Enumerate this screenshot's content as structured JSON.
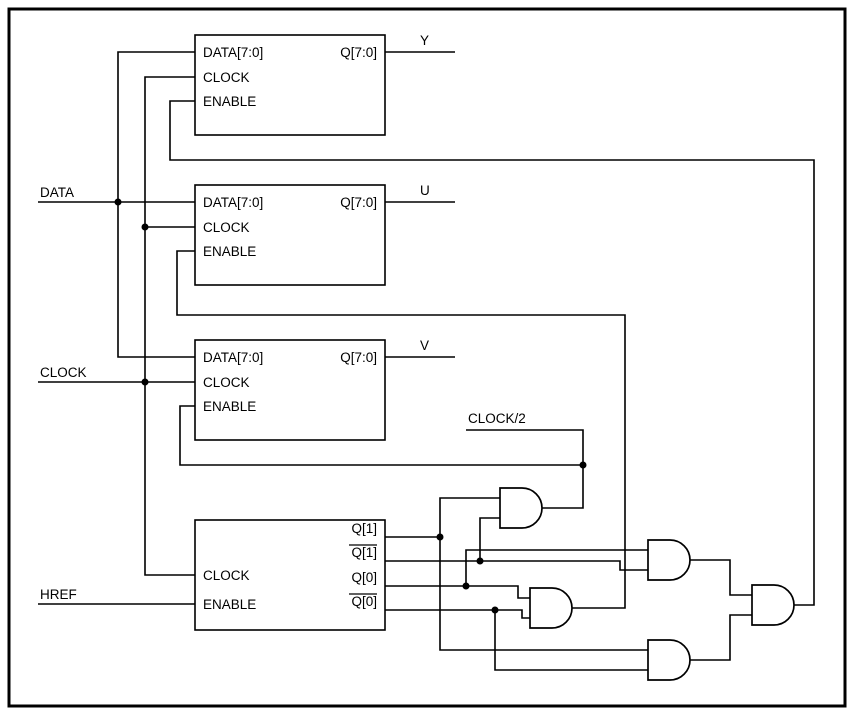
{
  "colors": {
    "ink": "#000000",
    "background": "#ffffff"
  },
  "rails": {
    "data": "DATA",
    "clock": "CLOCK",
    "href": "HREF",
    "clock_half": "CLOCK/2"
  },
  "registers": [
    {
      "in_data": "DATA[7:0]",
      "in_clock": "CLOCK",
      "in_enable": "ENABLE",
      "out_q": "Q[7:0]",
      "net": "Y"
    },
    {
      "in_data": "DATA[7:0]",
      "in_clock": "CLOCK",
      "in_enable": "ENABLE",
      "out_q": "Q[7:0]",
      "net": "U"
    },
    {
      "in_data": "DATA[7:0]",
      "in_clock": "CLOCK",
      "in_enable": "ENABLE",
      "out_q": "Q[7:0]",
      "net": "V"
    }
  ],
  "counter": {
    "in_clock": "CLOCK",
    "in_enable": "ENABLE",
    "out_q1": "Q[1]",
    "out_q1_bar": "Q[1]",
    "out_q0": "Q[0]",
    "out_q0_bar": "Q[0]"
  }
}
